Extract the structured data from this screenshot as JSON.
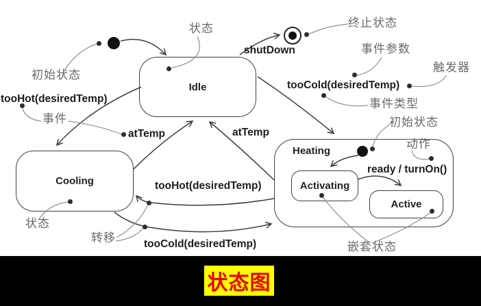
{
  "diagram_title": "UML state diagram (thermostat example) with Chinese callout annotations",
  "states": {
    "idle": "Idle",
    "cooling": "Cooling",
    "heating": "Heating",
    "activating": "Activating",
    "active": "Active"
  },
  "transitions": {
    "shutdown": "shutDown",
    "too_hot_top": "tooHot(desiredTemp)",
    "too_cold_upper": "tooCold(desiredTemp)",
    "at_temp_left": "atTemp",
    "at_temp_right": "atTemp",
    "too_hot_mid": "tooHot(desiredTemp)",
    "too_cold_bottom": "tooCold(desiredTemp)",
    "ready_turn_on": "ready / turnOn()"
  },
  "annotations": {
    "state_top": "状态",
    "initial_state_top": "初始状态",
    "final_state": "终止状态",
    "event_parameter": "事件参数",
    "trigger": "触发器",
    "event_type": "事件类型",
    "initial_state_right": "初始状态",
    "action": "动作",
    "event": "事件",
    "state_bottom": "状态",
    "transition": "转移",
    "nested_state": "嵌套状态"
  },
  "banner": {
    "title": "状态图"
  },
  "colors": {
    "background": "#ffffff",
    "line": "#3c3c3c",
    "annotation_text": "#6a6a6a",
    "annotation_line": "#8f8f8f",
    "banner_background": "#000000",
    "banner_plate": "#ffff00",
    "banner_text": "#e60000"
  }
}
